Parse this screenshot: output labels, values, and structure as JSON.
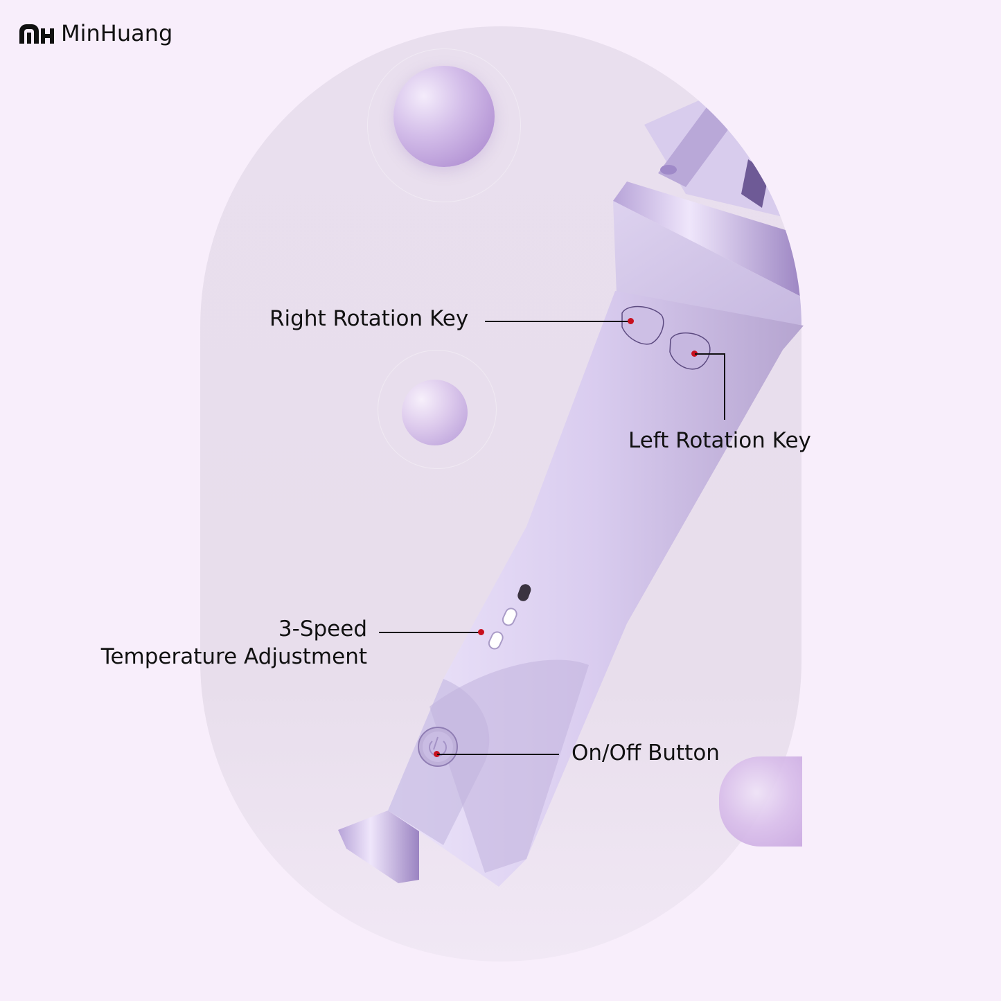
{
  "brand": {
    "name": "MinHuang",
    "logo_icon": "minhuang-logo-icon"
  },
  "colors": {
    "page_background": "#f8eefb",
    "panel_background": "#e9dfee",
    "device_body": "#d9cdee",
    "device_shadow": "#b9a9d4",
    "accent_orb": "#c3a3de",
    "callout_dot": "#c8101e",
    "text": "#111111"
  },
  "callouts": [
    {
      "id": "right-rotation-key",
      "label": "Right Rotation Key"
    },
    {
      "id": "left-rotation-key",
      "label": "Left Rotation Key"
    },
    {
      "id": "temperature-adjustment",
      "label_line1": "3-Speed",
      "label_line2": "Temperature Adjustment"
    },
    {
      "id": "on-off-button",
      "label": "On/Off Button"
    }
  ],
  "indicators": {
    "count": 3,
    "states": [
      "off",
      "on",
      "on"
    ]
  }
}
